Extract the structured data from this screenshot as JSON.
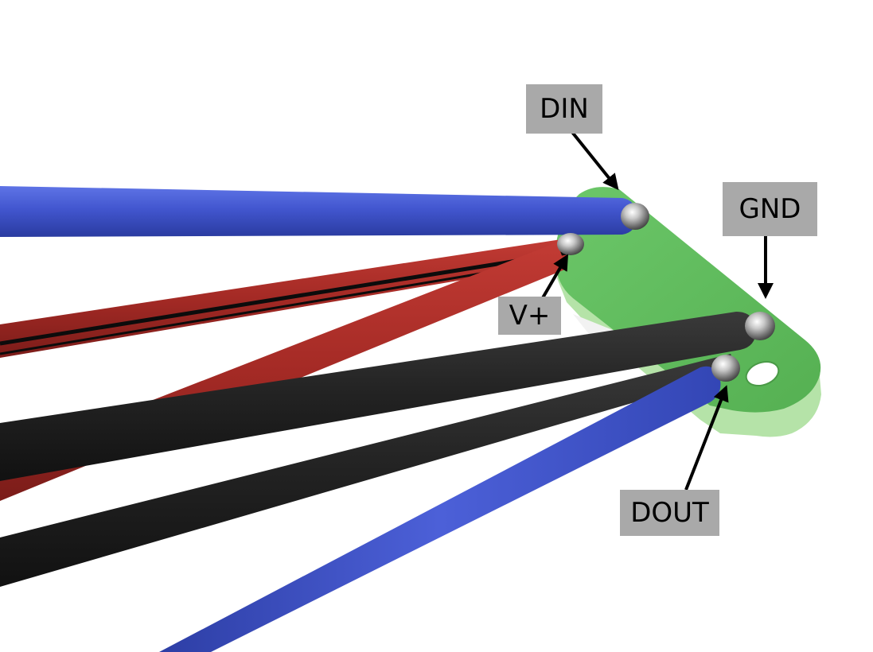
{
  "labels": {
    "din": "DIN",
    "gnd": "GND",
    "v_plus": "V+",
    "dout": "DOUT"
  },
  "colors": {
    "wire_blue": "#3f55c9",
    "wire_red": "#a52a26",
    "wire_black": "#222222",
    "board_green": "#5dbb5a",
    "label_background": "#a9a9a9",
    "arrow": "#000000"
  }
}
